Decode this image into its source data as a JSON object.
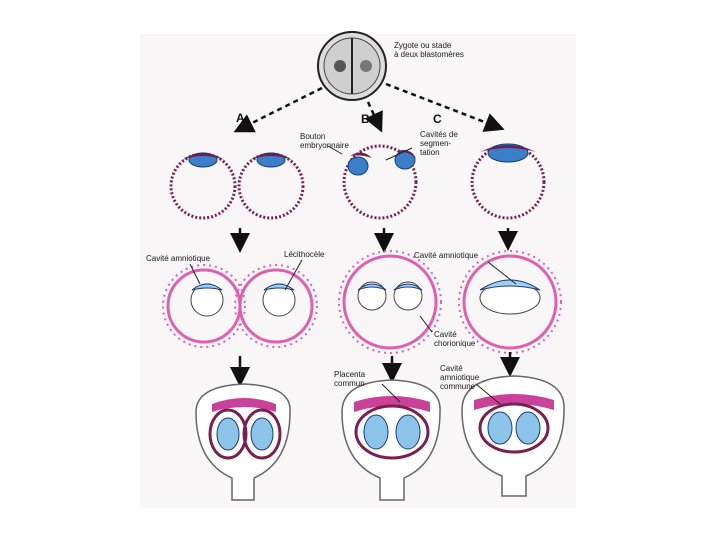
{
  "labels": {
    "zygote": "Zygote ou stade\nà deux blastomères",
    "bouton": "Bouton\nembryonnaire",
    "cavites_segmentation": "Cavités de\nsegmen-\ntation",
    "cavite_amniotique_1": "Cavité amniotique",
    "lecithocele": "Lécithocèle",
    "cavite_amniotique_2": "Cavité amniotique",
    "cavite_chorionique": "Cavité\nchorionique",
    "placenta_commun": "Placenta\ncommun",
    "cavite_amniotique_commune": "Cavité\namniotique\ncommune"
  },
  "letters": {
    "a": "A",
    "b": "B",
    "c": "C"
  },
  "colors": {
    "membrane": "#7a2050",
    "trophoblast": "#e060b0",
    "embryo_blue": "#3a7fc8",
    "fetus_blue": "#8cc4ea",
    "placenta": "#b02080"
  }
}
